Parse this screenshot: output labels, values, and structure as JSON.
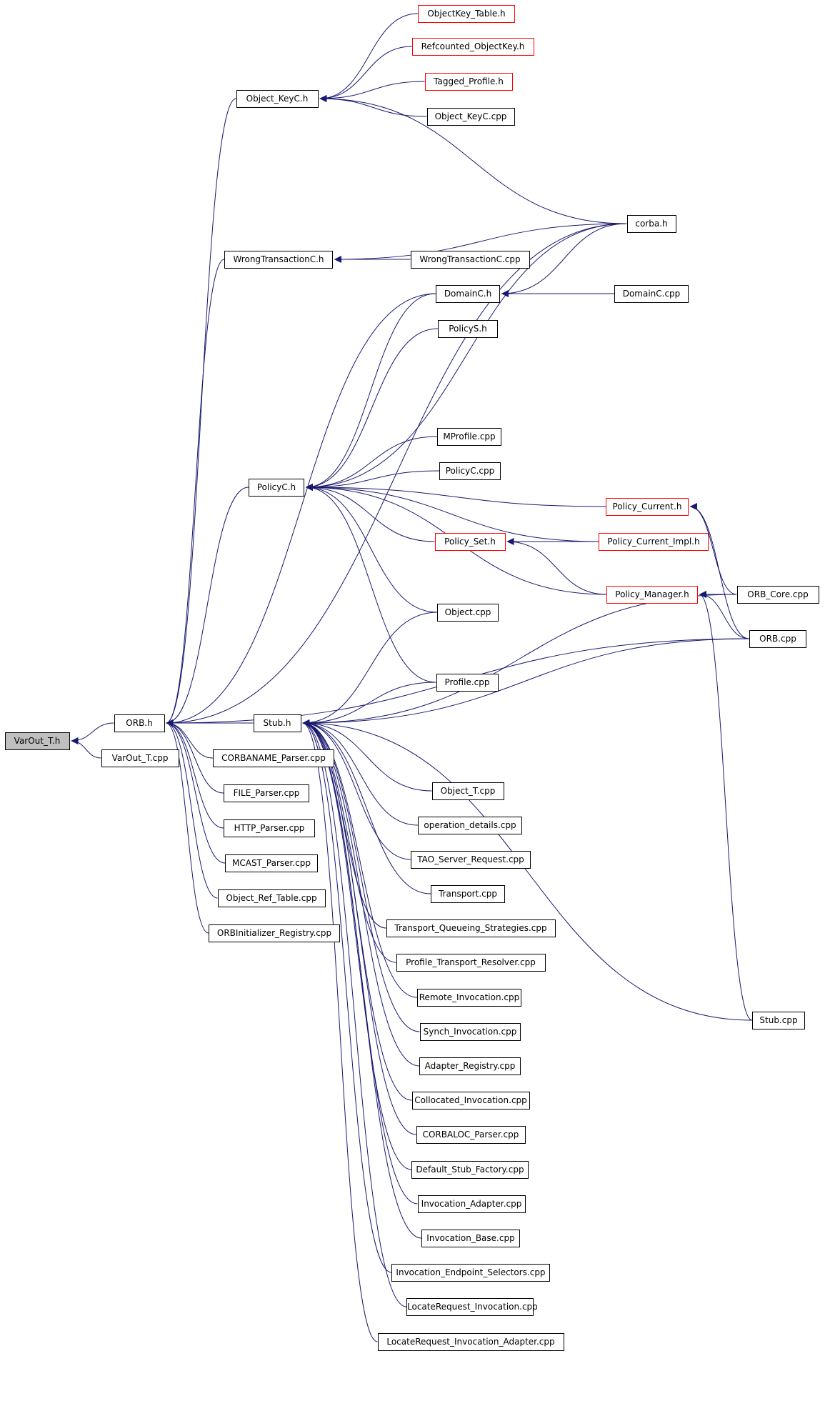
{
  "colors": {
    "edge": "#191970",
    "truncated_border": "#ff0000",
    "root_fill": "#bfbfbf"
  },
  "nodes": [
    {
      "id": "varout_t_h",
      "label": "VarOut_T.h",
      "root": true
    },
    {
      "id": "orb_h",
      "label": "ORB.h"
    },
    {
      "id": "varout_t_cpp",
      "label": "VarOut_T.cpp"
    },
    {
      "id": "object_keyc_h",
      "label": "Object_KeyC.h"
    },
    {
      "id": "wrongtransactionc_h",
      "label": "WrongTransactionC.h"
    },
    {
      "id": "policyc_h",
      "label": "PolicyC.h"
    },
    {
      "id": "stub_h",
      "label": "Stub.h"
    },
    {
      "id": "corbaname_parser_cpp",
      "label": "CORBANAME_Parser.cpp"
    },
    {
      "id": "file_parser_cpp",
      "label": "FILE_Parser.cpp"
    },
    {
      "id": "http_parser_cpp",
      "label": "HTTP_Parser.cpp"
    },
    {
      "id": "mcast_parser_cpp",
      "label": "MCAST_Parser.cpp"
    },
    {
      "id": "object_ref_table_cpp",
      "label": "Object_Ref_Table.cpp"
    },
    {
      "id": "orbinitializer_registry_cpp",
      "label": "ORBInitializer_Registry.cpp"
    },
    {
      "id": "objectkey_table_h",
      "label": "ObjectKey_Table.h",
      "truncated": true
    },
    {
      "id": "refcounted_objectkey_h",
      "label": "Refcounted_ObjectKey.h",
      "truncated": true
    },
    {
      "id": "tagged_profile_h",
      "label": "Tagged_Profile.h",
      "truncated": true
    },
    {
      "id": "object_keyc_cpp",
      "label": "Object_KeyC.cpp"
    },
    {
      "id": "corba_h",
      "label": "corba.h"
    },
    {
      "id": "wrongtransactionc_cpp",
      "label": "WrongTransactionC.cpp"
    },
    {
      "id": "domainc_h",
      "label": "DomainC.h"
    },
    {
      "id": "domainc_cpp",
      "label": "DomainC.cpp"
    },
    {
      "id": "policys_h",
      "label": "PolicyS.h"
    },
    {
      "id": "mprofile_cpp",
      "label": "MProfile.cpp"
    },
    {
      "id": "policyc_cpp",
      "label": "PolicyC.cpp"
    },
    {
      "id": "policy_current_h",
      "label": "Policy_Current.h",
      "truncated": true
    },
    {
      "id": "policy_set_h",
      "label": "Policy_Set.h",
      "truncated": true
    },
    {
      "id": "policy_current_impl_h",
      "label": "Policy_Current_Impl.h",
      "truncated": true
    },
    {
      "id": "policy_manager_h",
      "label": "Policy_Manager.h",
      "truncated": true
    },
    {
      "id": "orb_core_cpp",
      "label": "ORB_Core.cpp"
    },
    {
      "id": "object_cpp",
      "label": "Object.cpp"
    },
    {
      "id": "orb_cpp",
      "label": "ORB.cpp"
    },
    {
      "id": "profile_cpp",
      "label": "Profile.cpp"
    },
    {
      "id": "object_t_cpp",
      "label": "Object_T.cpp"
    },
    {
      "id": "operation_details_cpp",
      "label": "operation_details.cpp"
    },
    {
      "id": "tao_server_request_cpp",
      "label": "TAO_Server_Request.cpp"
    },
    {
      "id": "transport_cpp",
      "label": "Transport.cpp"
    },
    {
      "id": "transport_queueing_strategies_cpp",
      "label": "Transport_Queueing_Strategies.cpp"
    },
    {
      "id": "profile_transport_resolver_cpp",
      "label": "Profile_Transport_Resolver.cpp"
    },
    {
      "id": "remote_invocation_cpp",
      "label": "Remote_Invocation.cpp"
    },
    {
      "id": "synch_invocation_cpp",
      "label": "Synch_Invocation.cpp"
    },
    {
      "id": "adapter_registry_cpp",
      "label": "Adapter_Registry.cpp"
    },
    {
      "id": "collocated_invocation_cpp",
      "label": "Collocated_Invocation.cpp"
    },
    {
      "id": "corbaloc_parser_cpp",
      "label": "CORBALOC_Parser.cpp"
    },
    {
      "id": "default_stub_factory_cpp",
      "label": "Default_Stub_Factory.cpp"
    },
    {
      "id": "invocation_adapter_cpp",
      "label": "Invocation_Adapter.cpp"
    },
    {
      "id": "invocation_base_cpp",
      "label": "Invocation_Base.cpp"
    },
    {
      "id": "invocation_endpoint_selectors_cpp",
      "label": "Invocation_Endpoint_Selectors.cpp"
    },
    {
      "id": "locaterequest_invocation_cpp",
      "label": "LocateRequest_Invocation.cpp"
    },
    {
      "id": "locaterequest_invocation_adapter_cpp",
      "label": "LocateRequest_Invocation_Adapter.cpp"
    },
    {
      "id": "stub_cpp",
      "label": "Stub.cpp"
    }
  ],
  "edges": [
    [
      "orb_h",
      "varout_t_h"
    ],
    [
      "varout_t_cpp",
      "varout_t_h"
    ],
    [
      "object_keyc_h",
      "orb_h"
    ],
    [
      "wrongtransactionc_h",
      "orb_h"
    ],
    [
      "policyc_h",
      "orb_h"
    ],
    [
      "stub_h",
      "orb_h"
    ],
    [
      "corbaname_parser_cpp",
      "orb_h"
    ],
    [
      "file_parser_cpp",
      "orb_h"
    ],
    [
      "http_parser_cpp",
      "orb_h"
    ],
    [
      "mcast_parser_cpp",
      "orb_h"
    ],
    [
      "object_ref_table_cpp",
      "orb_h"
    ],
    [
      "orbinitializer_registry_cpp",
      "orb_h"
    ],
    [
      "corba_h",
      "orb_h"
    ],
    [
      "domainc_h",
      "orb_h"
    ],
    [
      "orb_cpp",
      "orb_h"
    ],
    [
      "objectkey_table_h",
      "object_keyc_h"
    ],
    [
      "refcounted_objectkey_h",
      "object_keyc_h"
    ],
    [
      "tagged_profile_h",
      "object_keyc_h"
    ],
    [
      "object_keyc_cpp",
      "object_keyc_h"
    ],
    [
      "corba_h",
      "object_keyc_h"
    ],
    [
      "corba_h",
      "wrongtransactionc_h"
    ],
    [
      "wrongtransactionc_cpp",
      "wrongtransactionc_h"
    ],
    [
      "corba_h",
      "domainc_h"
    ],
    [
      "domainc_cpp",
      "domainc_h"
    ],
    [
      "domainc_h",
      "policyc_h"
    ],
    [
      "policys_h",
      "policyc_h"
    ],
    [
      "corba_h",
      "policyc_h"
    ],
    [
      "policy_current_h",
      "policyc_h"
    ],
    [
      "mprofile_cpp",
      "policyc_h"
    ],
    [
      "policyc_cpp",
      "policyc_h"
    ],
    [
      "policy_current_impl_h",
      "policyc_h"
    ],
    [
      "policy_set_h",
      "policyc_h"
    ],
    [
      "policy_manager_h",
      "policyc_h"
    ],
    [
      "object_cpp",
      "policyc_h"
    ],
    [
      "profile_cpp",
      "policyc_h"
    ],
    [
      "policy_current_impl_h",
      "policy_set_h"
    ],
    [
      "policy_manager_h",
      "policy_set_h"
    ],
    [
      "orb_core_cpp",
      "policy_current_h"
    ],
    [
      "orb_cpp",
      "policy_current_h"
    ],
    [
      "orb_core_cpp",
      "policy_manager_h"
    ],
    [
      "orb_cpp",
      "policy_manager_h"
    ],
    [
      "stub_cpp",
      "policy_manager_h"
    ],
    [
      "object_cpp",
      "stub_h"
    ],
    [
      "profile_cpp",
      "stub_h"
    ],
    [
      "orb_core_cpp",
      "stub_h"
    ],
    [
      "orb_cpp",
      "stub_h"
    ],
    [
      "object_t_cpp",
      "stub_h"
    ],
    [
      "operation_details_cpp",
      "stub_h"
    ],
    [
      "tao_server_request_cpp",
      "stub_h"
    ],
    [
      "transport_cpp",
      "stub_h"
    ],
    [
      "transport_queueing_strategies_cpp",
      "stub_h"
    ],
    [
      "profile_transport_resolver_cpp",
      "stub_h"
    ],
    [
      "remote_invocation_cpp",
      "stub_h"
    ],
    [
      "synch_invocation_cpp",
      "stub_h"
    ],
    [
      "adapter_registry_cpp",
      "stub_h"
    ],
    [
      "collocated_invocation_cpp",
      "stub_h"
    ],
    [
      "corbaloc_parser_cpp",
      "stub_h"
    ],
    [
      "default_stub_factory_cpp",
      "stub_h"
    ],
    [
      "invocation_adapter_cpp",
      "stub_h"
    ],
    [
      "invocation_base_cpp",
      "stub_h"
    ],
    [
      "invocation_endpoint_selectors_cpp",
      "stub_h"
    ],
    [
      "locaterequest_invocation_cpp",
      "stub_h"
    ],
    [
      "locaterequest_invocation_adapter_cpp",
      "stub_h"
    ],
    [
      "stub_cpp",
      "stub_h"
    ]
  ]
}
